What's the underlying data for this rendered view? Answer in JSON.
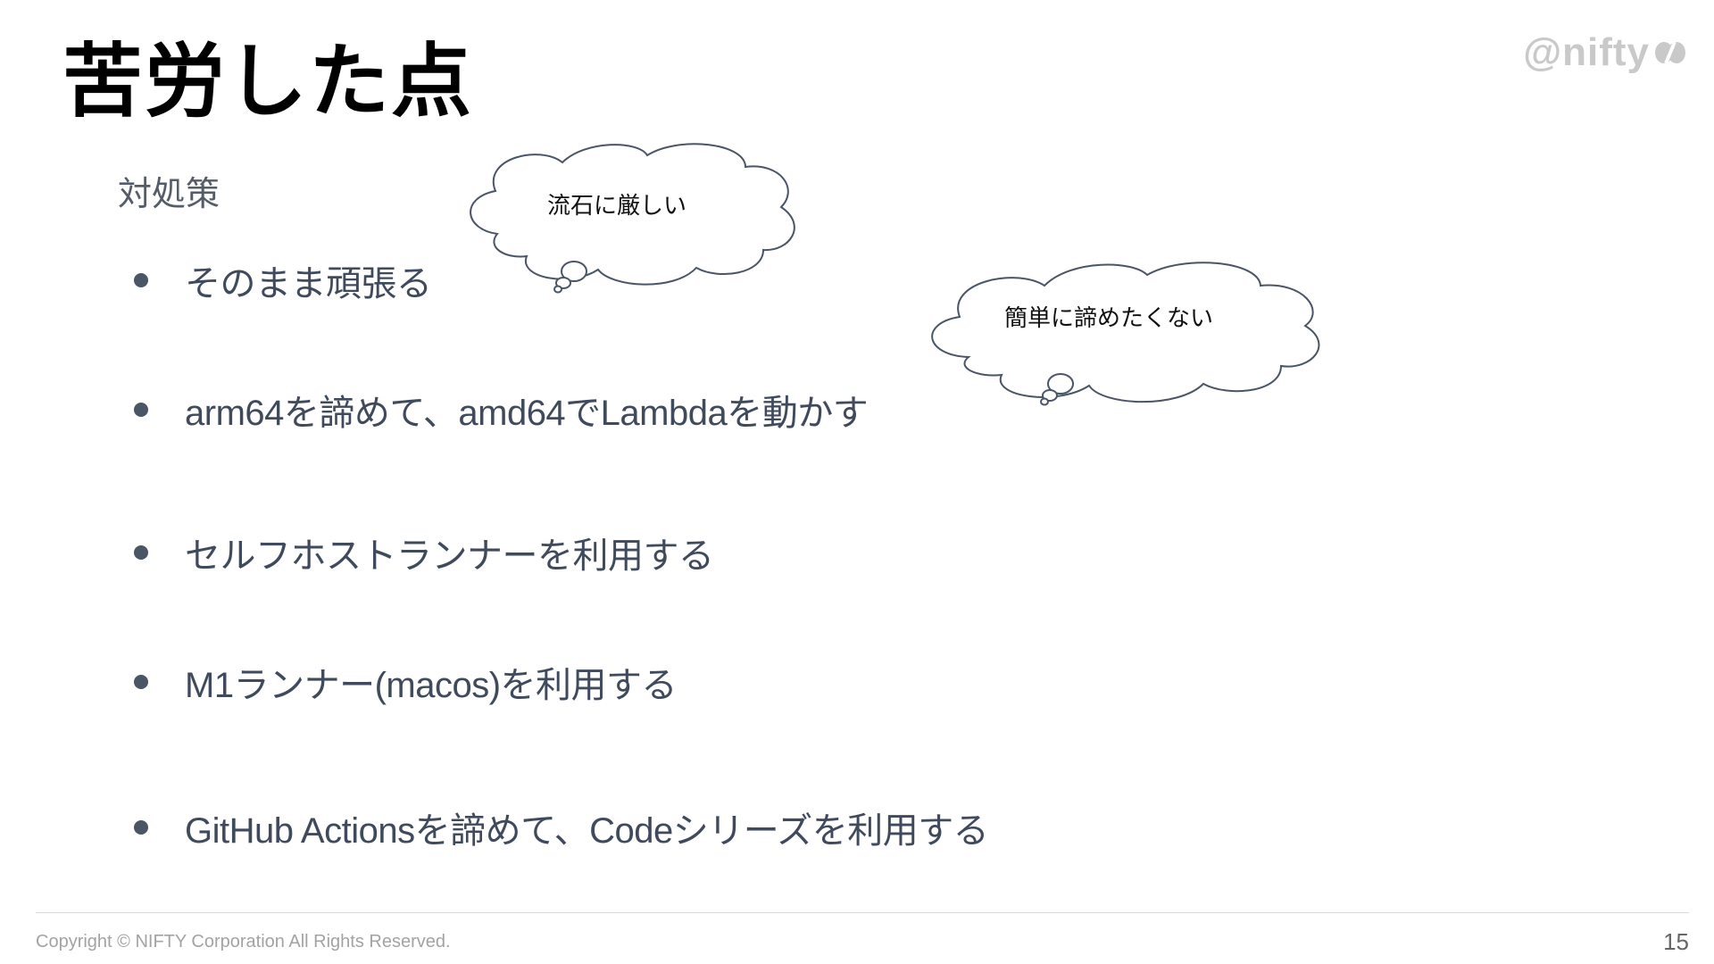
{
  "slide": {
    "title": "苦労した点",
    "logo_text": "@nifty",
    "logo_icon": "nifty-logo-mark",
    "subheading": "対処策",
    "bullets": [
      "そのまま頑張る",
      "arm64を諦めて、amd64でLambdaを動かす",
      "セルフホストランナーを利用する",
      "M1ランナー(macos)を利用する",
      "GitHub Actionsを諦めて、Codeシリーズを利用する"
    ],
    "thought_bubbles": [
      "流石に厳しい",
      "簡単に諦めたくない"
    ],
    "footer": {
      "copyright": "Copyright © NIFTY Corporation All Rights Reserved.",
      "page_number": "15"
    }
  },
  "colors": {
    "title": "#000000",
    "body_text": "#3f4a5c",
    "bullet": "#4a5566",
    "subheading": "#555d69",
    "logo": "#c9c9c9",
    "footer_text": "#a3a3a3",
    "cloud_stroke": "#4a5566"
  }
}
